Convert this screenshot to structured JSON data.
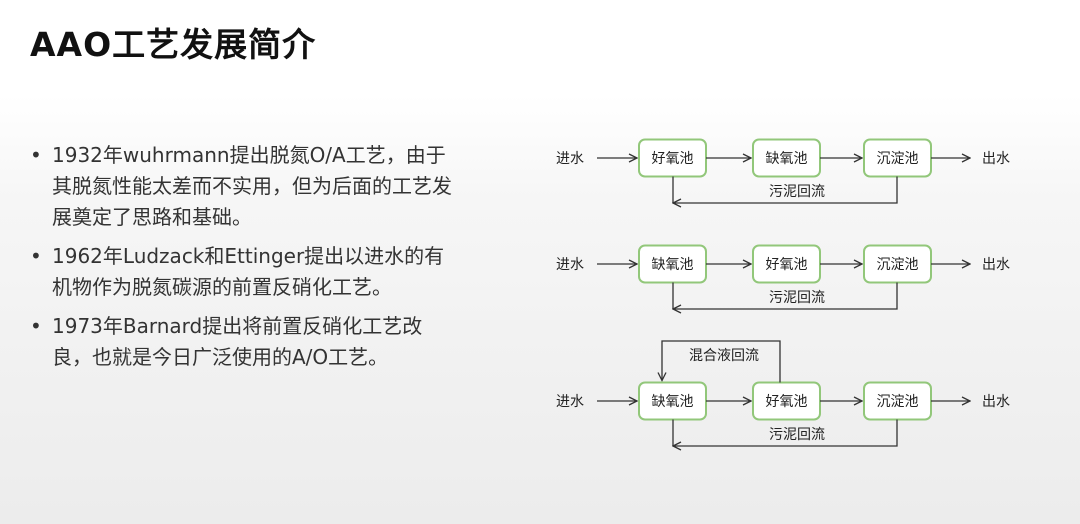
{
  "title": "AAO工艺发展简介",
  "bullets": [
    "1932年wuhrmann提出脱氮O/A工艺，由于其脱氮性能太差而不实用，但为后面的工艺发展奠定了思路和基础。",
    "1962年Ludzack和Ettinger提出以进水的有机物作为脱氮碳源的前置反硝化工艺。",
    "1973年Barnard提出将前置反硝化工艺改良，也就是今日广泛使用的A/O工艺。"
  ],
  "diagrams": [
    {
      "inlet": "进水",
      "outlet": "出水",
      "tanks": [
        "好氧池",
        "缺氧池",
        "沉淀池"
      ],
      "sludge_return": "污泥回流"
    },
    {
      "inlet": "进水",
      "outlet": "出水",
      "tanks": [
        "缺氧池",
        "好氧池",
        "沉淀池"
      ],
      "sludge_return": "污泥回流"
    },
    {
      "inlet": "进水",
      "outlet": "出水",
      "tanks": [
        "缺氧池",
        "好氧池",
        "沉淀池"
      ],
      "sludge_return": "污泥回流",
      "mixed_liquor_return": "混合液回流"
    }
  ]
}
